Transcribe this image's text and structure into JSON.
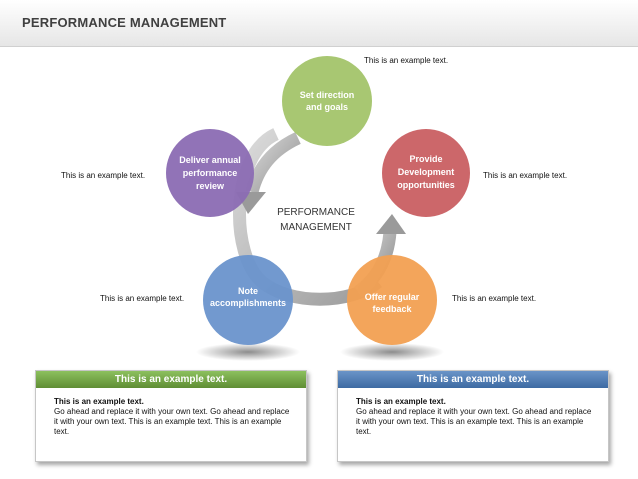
{
  "title": "PERFORMANCE MANAGEMENT",
  "center": {
    "line1": "PERFORMANCE",
    "line2": "MANAGEMENT"
  },
  "steps": [
    {
      "line1": "Set direction",
      "line2": "and goals",
      "line3": "",
      "color": "#a3c46a"
    },
    {
      "line1": "Provide",
      "line2": "Development",
      "line3": "opportunities",
      "color": "#c95f62"
    },
    {
      "line1": "Offer regular",
      "line2": "feedback",
      "line3": "",
      "color": "#f2a052"
    },
    {
      "line1": "Note",
      "line2": "accomplishments",
      "line3": "",
      "color": "#6a93cc"
    },
    {
      "line1": "Deliver annual",
      "line2": "performance",
      "line3": "review",
      "color": "#8b6bb3"
    }
  ],
  "captions": {
    "top": "This is an example text.",
    "right": "This is an example text.",
    "bottom_right": "This is an example text.",
    "bottom_left": "This is an example text.",
    "left": "This is an example text."
  },
  "panels": [
    {
      "heading": "This is an example text.",
      "lead": "This is an example text.",
      "body": "Go ahead and replace it with your own text. Go ahead and replace it with your own text. This is an example text. This is an example text.",
      "color": "#6f9e45"
    },
    {
      "heading": "This is an example text.",
      "lead": "This is an example text.",
      "body": "Go ahead and replace it with your own text. Go ahead and replace it with your own text. This is an example text. This is an example text.",
      "color": "#4a76ad"
    }
  ]
}
